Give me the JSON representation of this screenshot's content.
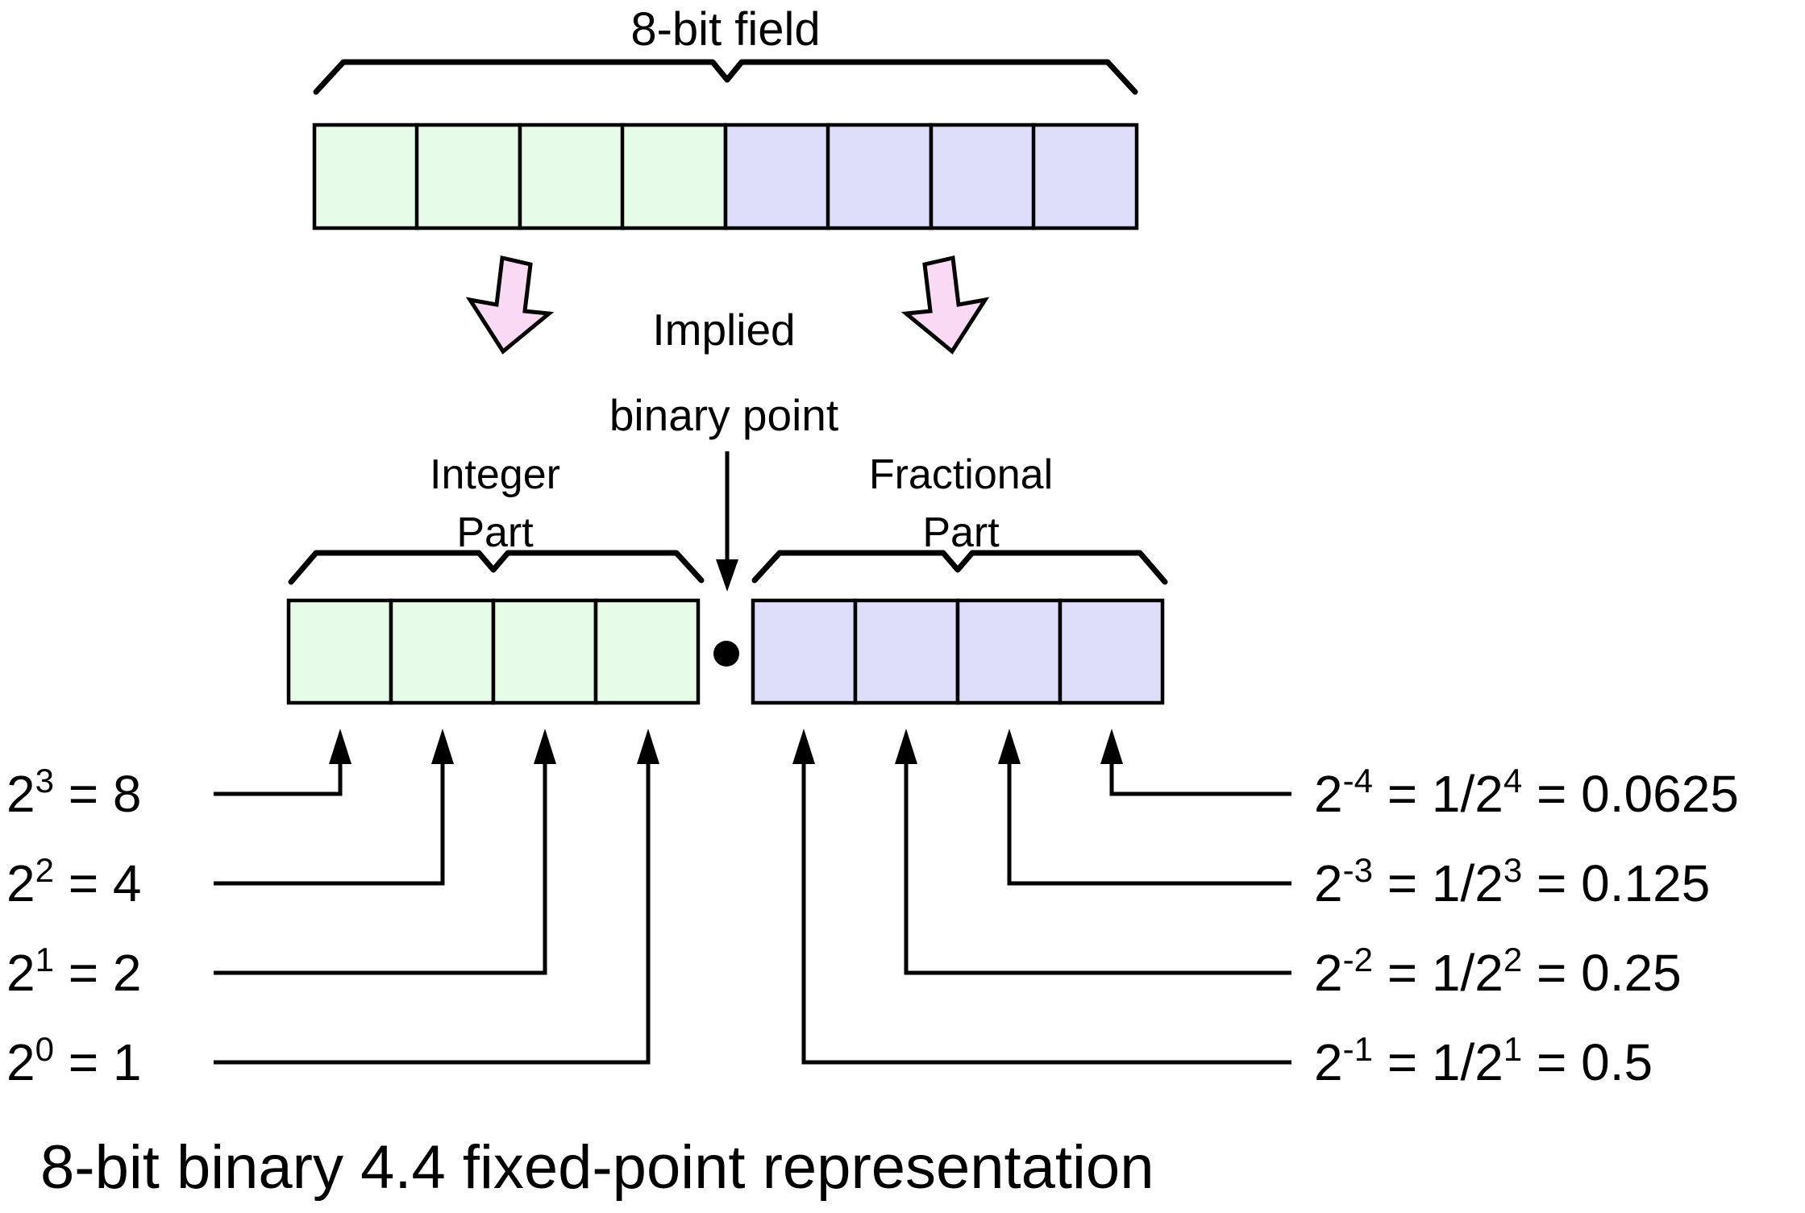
{
  "colors": {
    "integer_cell": "#e6fbe8",
    "fraction_cell": "#dedefa",
    "arrow_pink": "#f9d9f3",
    "line": "#000000"
  },
  "top": {
    "field_label": "8-bit field",
    "cell_count": 8
  },
  "implied_point": {
    "line1": "Implied",
    "line2": "binary point"
  },
  "groups": {
    "integer": {
      "line1": "Integer",
      "line2": "Part",
      "cell_count": 4
    },
    "fractional": {
      "line1": "Fractional",
      "line2": "Part",
      "cell_count": 4
    }
  },
  "integer_weights": [
    {
      "base": "2",
      "sup": "3",
      "rest": " = 8"
    },
    {
      "base": "2",
      "sup": "2",
      "rest": " = 4"
    },
    {
      "base": "2",
      "sup": "1",
      "rest": " = 2"
    },
    {
      "base": "2",
      "sup": "0",
      "rest": " = 1"
    }
  ],
  "fractional_weights": [
    {
      "base": "2",
      "sup": "-4",
      "mid": " = 1/2",
      "sup2": "4",
      "rest": " = 0.0625"
    },
    {
      "base": "2",
      "sup": "-3",
      "mid": " = 1/2",
      "sup2": "3",
      "rest": " = 0.125"
    },
    {
      "base": "2",
      "sup": "-2",
      "mid": " = 1/2",
      "sup2": "2",
      "rest": " = 0.25"
    },
    {
      "base": "2",
      "sup": "-1",
      "mid": " = 1/2",
      "sup2": "1",
      "rest": " = 0.5"
    }
  ],
  "caption": "8-bit binary 4.4 fixed-point representation"
}
